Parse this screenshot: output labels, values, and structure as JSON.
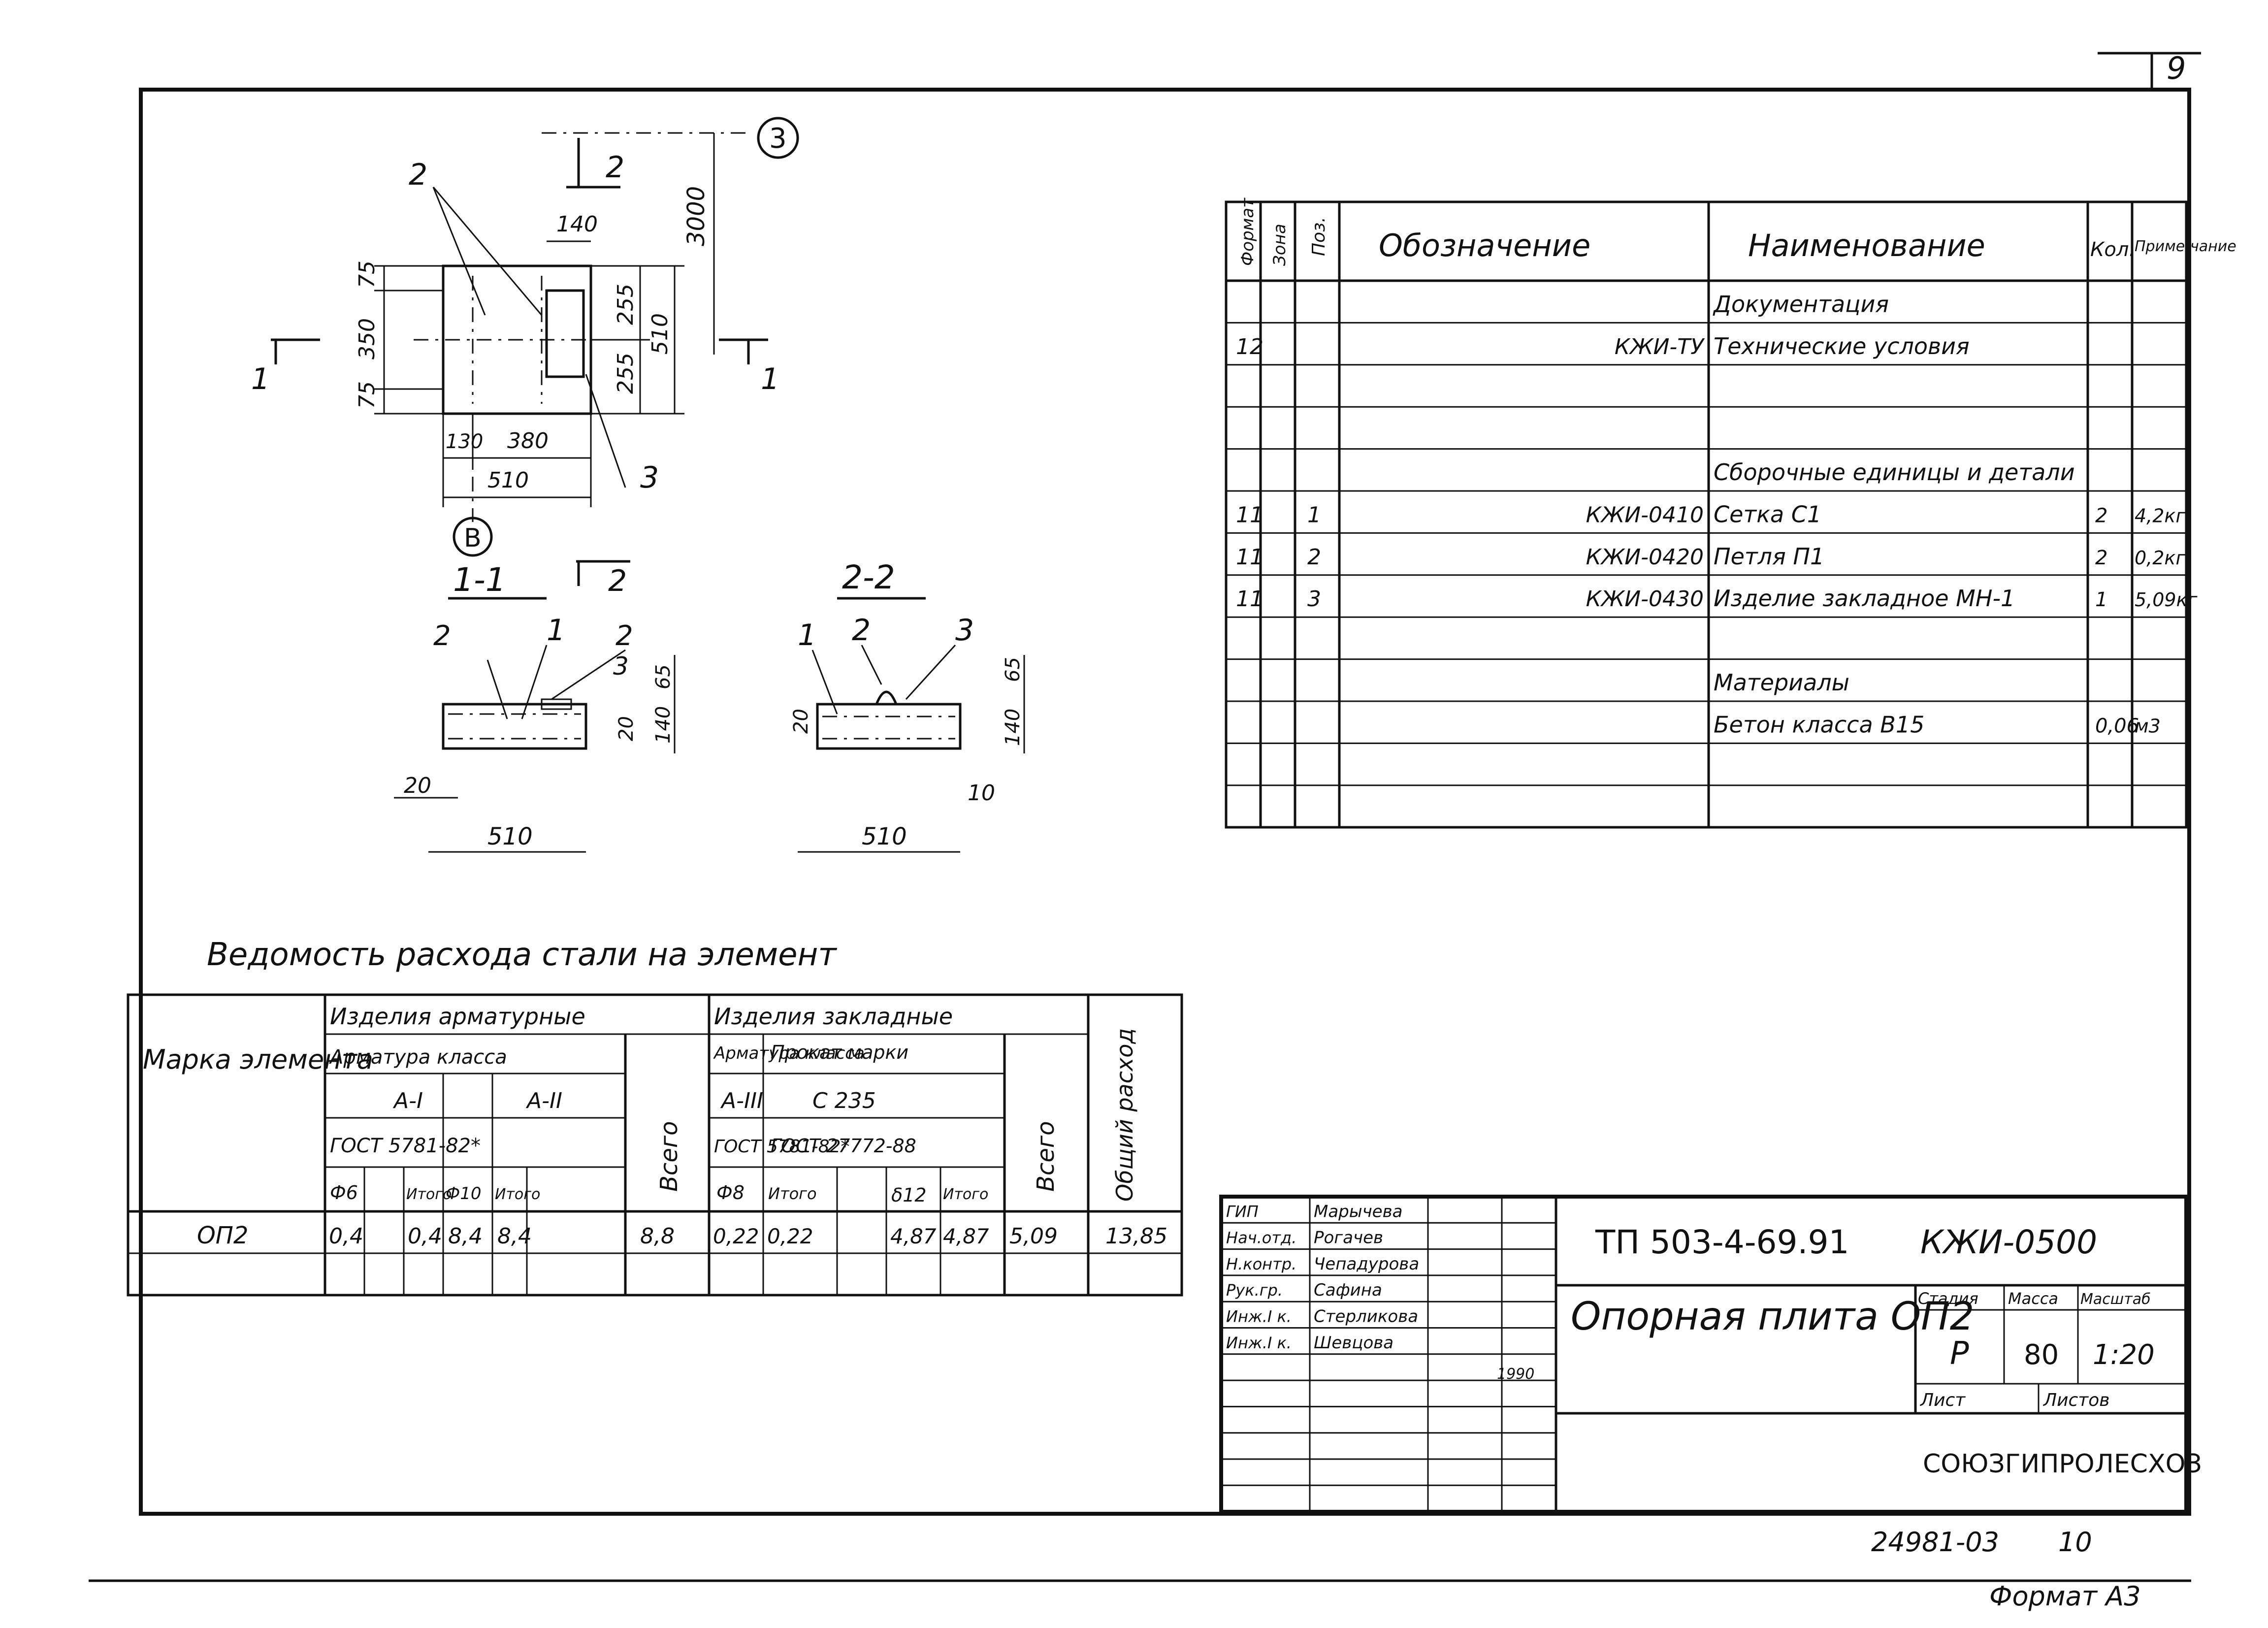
{
  "page_number": "9",
  "sections": {
    "top_view_marks": {
      "cut_1": "1",
      "cut_2": "2",
      "axis_3": "3",
      "axis_b": "В",
      "pos_2": "2",
      "pos_3": "3"
    },
    "section_1_title": "1-1",
    "section_2_title": "2-2",
    "dims_plan": [
      "3000",
      "75",
      "350",
      "75",
      "255",
      "255",
      "510",
      "140",
      "130",
      "380",
      "510"
    ],
    "dims_s1": [
      "65",
      "20",
      "140",
      "20",
      "510"
    ],
    "dims_s2": [
      "65",
      "140",
      "20",
      "10",
      "510"
    ],
    "s1_pos": [
      "2",
      "1",
      "2",
      "3"
    ],
    "s2_pos": [
      "1",
      "2",
      "3"
    ]
  },
  "spec": {
    "headers": {
      "format": "Формат",
      "zone": "Зона",
      "pos": "Поз.",
      "designation": "Обозначение",
      "name": "Наименование",
      "qty": "Кол.",
      "note": "Приме-чание"
    },
    "rows": [
      {
        "format": "",
        "pos": "",
        "designation": "",
        "name": "Документация",
        "qty": "",
        "note": ""
      },
      {
        "format": "12",
        "pos": "",
        "designation": "КЖИ-ТУ",
        "name": "Технические условия",
        "qty": "",
        "note": ""
      },
      {
        "format": "",
        "pos": "",
        "designation": "",
        "name": "",
        "qty": "",
        "note": ""
      },
      {
        "format": "",
        "pos": "",
        "designation": "",
        "name": "",
        "qty": "",
        "note": ""
      },
      {
        "format": "",
        "pos": "",
        "designation": "",
        "name": "Сборочные единицы и детали",
        "qty": "",
        "note": ""
      },
      {
        "format": "11",
        "pos": "1",
        "designation": "КЖИ-0410",
        "name": "Сетка С1",
        "qty": "2",
        "note": "4,2кг"
      },
      {
        "format": "11",
        "pos": "2",
        "designation": "КЖИ-0420",
        "name": "Петля П1",
        "qty": "2",
        "note": "0,2кг"
      },
      {
        "format": "11",
        "pos": "3",
        "designation": "КЖИ-0430",
        "name": "Изделие закладное МН-1",
        "qty": "1",
        "note": "5,09кг"
      },
      {
        "format": "",
        "pos": "",
        "designation": "",
        "name": "",
        "qty": "",
        "note": ""
      },
      {
        "format": "",
        "pos": "",
        "designation": "",
        "name": "Материалы",
        "qty": "",
        "note": ""
      },
      {
        "format": "",
        "pos": "",
        "designation": "",
        "name": "Бетон класса В15",
        "qty": "0,06",
        "note": "м3"
      },
      {
        "format": "",
        "pos": "",
        "designation": "",
        "name": "",
        "qty": "",
        "note": ""
      },
      {
        "format": "",
        "pos": "",
        "designation": "",
        "name": "",
        "qty": "",
        "note": ""
      }
    ]
  },
  "steel": {
    "title": "Ведомость расхода стали на элемент",
    "mark_header": "Марка элемента",
    "arm_header": "Изделия арматурные",
    "arm_class": "Арматура класса",
    "a1": "А-I",
    "a2": "А-II",
    "gost_arm": "ГОСТ 5781-82*",
    "total": "Всего",
    "emb_header": "Изделия закладные",
    "emb_arm_class": "Арматура класса",
    "a3": "А-III",
    "gost_a3": "ГОСТ 5781-82*",
    "rolled": "Прокат марки",
    "c235": "С 235",
    "gost_rolled": "ГОСТ 27772-88",
    "overall": "Общий расход",
    "sub": [
      "Ф6",
      "",
      "Итого",
      "Ф10",
      "Итого",
      "Ф8",
      "Итого",
      "",
      "δ12",
      "Итого"
    ],
    "row": {
      "mark": "ОП2",
      "v1": "0,4",
      "v2": "",
      "v3": "0,4",
      "v4": "8,4",
      "v5": "8,4",
      "v6": "8,8",
      "v7": "0,22",
      "v8": "0,22",
      "v9": "",
      "v10": "4,87",
      "v11": "4,87",
      "v12": "5,09",
      "v13": "13,85"
    }
  },
  "title_block": {
    "code": "ТП 503-4-69.91",
    "doc": "КЖИ-0500",
    "roles": [
      "ГИП",
      "Нач.отд.",
      "Н.контр.",
      "Рук.гр.",
      "Инж.I к.",
      "Инж.I к."
    ],
    "names": [
      "Марычева",
      "Рогачев",
      "Чепадурова",
      "Сафина",
      "Стерликова",
      "Шевцова"
    ],
    "date": "1990",
    "name": "Опорная плита ОП2",
    "stage_h": "Стадия",
    "mass_h": "Масса",
    "scale_h": "Масштаб",
    "stage": "Р",
    "mass": "80",
    "scale": "1:20",
    "sheet_h": "Лист",
    "sheets_h": "Листов",
    "org": "СОЮЗГИПРОЛЕСХОЗ",
    "inv": "24981-03",
    "inv2": "10",
    "format": "Формат А3"
  }
}
